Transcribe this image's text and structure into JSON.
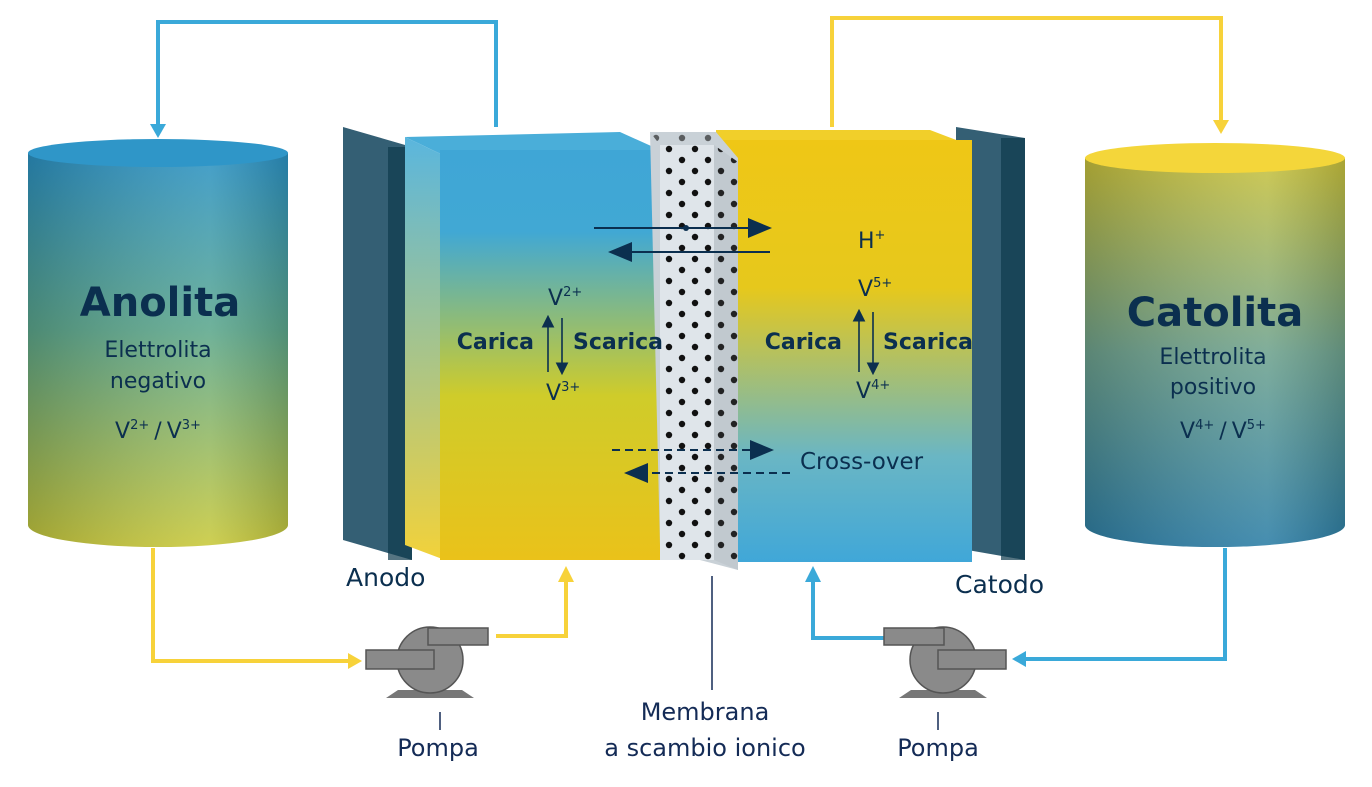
{
  "anolyte": {
    "title": "Anolita",
    "subtitle_line1": "Elettrolita",
    "subtitle_line2": "negativo",
    "ions": {
      "a": "V",
      "a_sup": "2+",
      "sep": "/",
      "b": "V",
      "b_sup": "3+"
    }
  },
  "catholyte": {
    "title": "Catolita",
    "subtitle_line1": "Elettrolita",
    "subtitle_line2": "positivo",
    "ions": {
      "a": "V",
      "a_sup": "4+",
      "sep": "/",
      "b": "V",
      "b_sup": "5+"
    }
  },
  "anode_cell": {
    "label": "Anodo",
    "top_ion": {
      "base": "V",
      "sup": "2+"
    },
    "bottom_ion": {
      "base": "V",
      "sup": "3+"
    },
    "charge": "Carica",
    "discharge": "Scarica"
  },
  "cathode_cell": {
    "label": "Catodo",
    "proton": {
      "base": "H",
      "sup": "+"
    },
    "top_ion": {
      "base": "V",
      "sup": "5+"
    },
    "bottom_ion": {
      "base": "V",
      "sup": "4+"
    },
    "charge": "Carica",
    "discharge": "Scarica"
  },
  "membrane": {
    "line1": "Membrana",
    "line2": "a scambio ionico"
  },
  "crossover": "Cross-over",
  "pumps": {
    "left": "Pompa",
    "right": "Pompa"
  },
  "colors": {
    "blue_pipe": "#3aa9d9",
    "yellow_pipe": "#f7d23a",
    "electrode": "#2f5d75",
    "text": "#0b2f4f",
    "pump": "#8a8a8a"
  }
}
